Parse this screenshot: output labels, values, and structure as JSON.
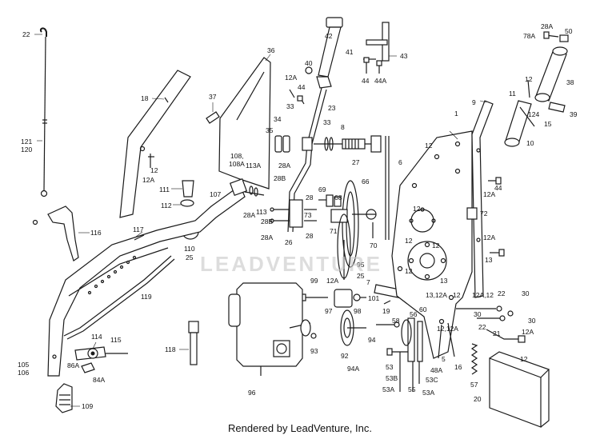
{
  "watermark": "LEADVENTURE",
  "footer": "Rendered by LeadVenture, Inc.",
  "callouts": [
    {
      "id": "22",
      "label": "22"
    },
    {
      "id": "121",
      "label": "121"
    },
    {
      "id": "120",
      "label": "120"
    },
    {
      "id": "116",
      "label": "116"
    },
    {
      "id": "18",
      "label": "18"
    },
    {
      "id": "12-left",
      "label": "12"
    },
    {
      "id": "12a-left",
      "label": "12A"
    },
    {
      "id": "37",
      "label": "37"
    },
    {
      "id": "36",
      "label": "36"
    },
    {
      "id": "111",
      "label": "111"
    },
    {
      "id": "112",
      "label": "112"
    },
    {
      "id": "110",
      "label": "110"
    },
    {
      "id": "25-left",
      "label": "25"
    },
    {
      "id": "117",
      "label": "117"
    },
    {
      "id": "107",
      "label": "107"
    },
    {
      "id": "108",
      "label": "108,"
    },
    {
      "id": "108a",
      "label": "108A"
    },
    {
      "id": "113a",
      "label": "113A"
    },
    {
      "id": "28a-left",
      "label": "28A"
    },
    {
      "id": "119",
      "label": "119"
    },
    {
      "id": "105",
      "label": "105"
    },
    {
      "id": "106",
      "label": "106"
    },
    {
      "id": "114",
      "label": "114"
    },
    {
      "id": "115",
      "label": "115"
    },
    {
      "id": "86a",
      "label": "86A"
    },
    {
      "id": "84a",
      "label": "84A"
    },
    {
      "id": "118",
      "label": "118"
    },
    {
      "id": "109",
      "label": "109"
    },
    {
      "id": "42",
      "label": "42"
    },
    {
      "id": "41",
      "label": "41"
    },
    {
      "id": "43",
      "label": "43"
    },
    {
      "id": "44",
      "label": "44"
    },
    {
      "id": "44a-top",
      "label": "44A"
    },
    {
      "id": "40",
      "label": "40"
    },
    {
      "id": "12a-top",
      "label": "12A"
    },
    {
      "id": "44-mid",
      "label": "44"
    },
    {
      "id": "33-a",
      "label": "33"
    },
    {
      "id": "23",
      "label": "23"
    },
    {
      "id": "34",
      "label": "34"
    },
    {
      "id": "35",
      "label": "35"
    },
    {
      "id": "33-b",
      "label": "33"
    },
    {
      "id": "8",
      "label": "8"
    },
    {
      "id": "27",
      "label": "27"
    },
    {
      "id": "6",
      "label": "6"
    },
    {
      "id": "28a-mid",
      "label": "28A"
    },
    {
      "id": "28b-top",
      "label": "28B"
    },
    {
      "id": "69",
      "label": "69"
    },
    {
      "id": "68",
      "label": "68"
    },
    {
      "id": "66",
      "label": "66"
    },
    {
      "id": "28-a",
      "label": "28"
    },
    {
      "id": "73",
      "label": "73"
    },
    {
      "id": "28b-low",
      "label": "28B"
    },
    {
      "id": "28a-low",
      "label": "28A"
    },
    {
      "id": "26",
      "label": "26"
    },
    {
      "id": "28-b",
      "label": "28"
    },
    {
      "id": "113",
      "label": "113"
    },
    {
      "id": "71",
      "label": "71"
    },
    {
      "id": "70",
      "label": "70"
    },
    {
      "id": "95",
      "label": "95"
    },
    {
      "id": "25-mid",
      "label": "25"
    },
    {
      "id": "99",
      "label": "99"
    },
    {
      "id": "12a-mid",
      "label": "12A"
    },
    {
      "id": "101",
      "label": "101"
    },
    {
      "id": "97",
      "label": "97"
    },
    {
      "id": "98",
      "label": "98"
    },
    {
      "id": "19",
      "label": "19"
    },
    {
      "id": "7",
      "label": "7"
    },
    {
      "id": "93",
      "label": "93"
    },
    {
      "id": "94",
      "label": "94"
    },
    {
      "id": "92",
      "label": "92"
    },
    {
      "id": "94a",
      "label": "94A"
    },
    {
      "id": "96",
      "label": "96"
    },
    {
      "id": "58",
      "label": "58"
    },
    {
      "id": "56",
      "label": "56"
    },
    {
      "id": "60",
      "label": "60"
    },
    {
      "id": "53",
      "label": "53"
    },
    {
      "id": "53b",
      "label": "53B"
    },
    {
      "id": "53a-left",
      "label": "53A"
    },
    {
      "id": "55",
      "label": "55"
    },
    {
      "id": "53c",
      "label": "53C"
    },
    {
      "id": "53a-right",
      "label": "53A"
    },
    {
      "id": "48a",
      "label": "48A"
    },
    {
      "id": "5",
      "label": "5"
    },
    {
      "id": "16",
      "label": "16"
    },
    {
      "id": "1",
      "label": "1"
    },
    {
      "id": "12-plate-top",
      "label": "12"
    },
    {
      "id": "12-plate-a",
      "label": "12"
    },
    {
      "id": "12-plate-b",
      "label": "12"
    },
    {
      "id": "12-plate-c",
      "label": "12"
    },
    {
      "id": "12-plate-d",
      "label": "12"
    },
    {
      "id": "13",
      "label": "13"
    },
    {
      "id": "13-12a",
      "label": "13,12A"
    },
    {
      "id": "12-c",
      "label": "12"
    },
    {
      "id": "12-12a",
      "label": "12,12A"
    },
    {
      "id": "9",
      "label": "9"
    },
    {
      "id": "12a-right",
      "label": "12A"
    },
    {
      "id": "44-right",
      "label": "44"
    },
    {
      "id": "72",
      "label": "72"
    },
    {
      "id": "12a-r2",
      "label": "12A"
    },
    {
      "id": "13-right",
      "label": "13"
    },
    {
      "id": "12a-12",
      "label": "12A,12"
    },
    {
      "id": "22-right",
      "label": "22"
    },
    {
      "id": "30-a",
      "label": "30"
    },
    {
      "id": "30-b",
      "label": "30"
    },
    {
      "id": "30-c",
      "label": "30"
    },
    {
      "id": "22-b",
      "label": "22"
    },
    {
      "id": "21",
      "label": "21"
    },
    {
      "id": "12a-r3",
      "label": "12A"
    },
    {
      "id": "12-r",
      "label": "12"
    },
    {
      "id": "57",
      "label": "57"
    },
    {
      "id": "20",
      "label": "20"
    },
    {
      "id": "78a",
      "label": "78A"
    },
    {
      "id": "28a-topright",
      "label": "28A"
    },
    {
      "id": "50",
      "label": "50"
    },
    {
      "id": "38",
      "label": "38"
    },
    {
      "id": "11",
      "label": "11"
    },
    {
      "id": "124",
      "label": "124"
    },
    {
      "id": "15",
      "label": "15"
    },
    {
      "id": "39",
      "label": "39"
    },
    {
      "id": "10",
      "label": "10"
    },
    {
      "id": "12-right-top",
      "label": "12"
    }
  ]
}
